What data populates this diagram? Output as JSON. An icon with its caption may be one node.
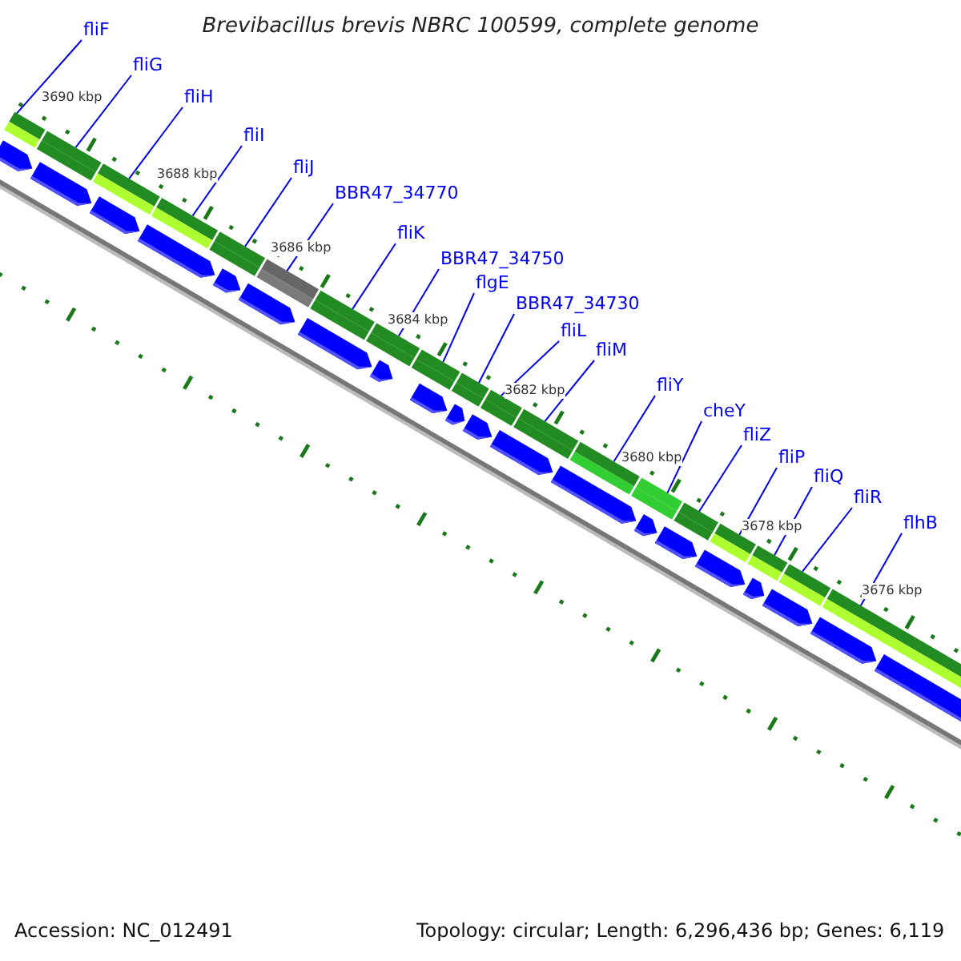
{
  "diagram": {
    "title": "Brevibacillus brevis NBRC 100599, complete genome",
    "nodes": [
      {
        "text": [
          "fliF"
        ]
      },
      {
        "text": [
          "fliG"
        ]
      },
      {
        "text": [
          "fliH"
        ]
      },
      {
        "text": [
          "fliI"
        ]
      },
      {
        "text": [
          "fliJ"
        ]
      },
      {
        "text": [
          "BBR47_34770"
        ]
      },
      {
        "text": [
          "fliK"
        ]
      },
      {
        "text": [
          "BBR47_34750"
        ]
      },
      {
        "text": [
          "flgE"
        ]
      },
      {
        "text": [
          "BBR47_34730"
        ]
      },
      {
        "text": [
          "fliL"
        ]
      },
      {
        "text": [
          "fliM"
        ]
      },
      {
        "text": [
          "fliY"
        ]
      },
      {
        "text": [
          "cheY"
        ]
      },
      {
        "text": [
          "fliZ"
        ]
      },
      {
        "text": [
          "fliP"
        ]
      },
      {
        "text": [
          "fliQ"
        ]
      },
      {
        "text": [
          "fliR"
        ]
      },
      {
        "text": [
          "flhB"
        ]
      },
      {
        "text": [],
        "shape": "bar"
      },
      {
        "text": [],
        "shape": "bar"
      },
      {
        "text": [],
        "shape": "bar"
      },
      {
        "text": [],
        "shape": "bar"
      },
      {
        "text": [],
        "shape": "bar"
      },
      {
        "text": [],
        "shape": "bar"
      },
      {
        "text": [],
        "shape": "bar"
      },
      {
        "text": [],
        "shape": "bar"
      },
      {
        "text": [],
        "shape": "bar"
      },
      {
        "text": [],
        "shape": "bar"
      },
      {
        "text": [],
        "shape": "bar"
      },
      {
        "text": [],
        "shape": "bar"
      },
      {
        "text": [],
        "shape": "bar"
      },
      {
        "text": [],
        "shape": "bar"
      },
      {
        "text": [],
        "shape": "bar"
      },
      {
        "text": [],
        "shape": "bar"
      },
      {
        "text": [],
        "shape": "bar"
      },
      {
        "text": [],
        "shape": "bar"
      },
      {
        "text": [],
        "shape": "bar"
      }
    ],
    "edges": [
      {
        "from": 0,
        "to": 19,
        "arrow": "none"
      },
      {
        "from": 1,
        "to": 20,
        "arrow": "none"
      },
      {
        "from": 2,
        "to": 21,
        "arrow": "none"
      },
      {
        "from": 3,
        "to": 22,
        "arrow": "none"
      },
      {
        "from": 4,
        "to": 23,
        "arrow": "none"
      },
      {
        "from": 5,
        "to": 24,
        "arrow": "none"
      },
      {
        "from": 6,
        "to": 25,
        "arrow": "none"
      },
      {
        "from": 7,
        "to": 26,
        "arrow": "none"
      },
      {
        "from": 8,
        "to": 27,
        "arrow": "none"
      },
      {
        "from": 9,
        "to": 28,
        "arrow": "none"
      },
      {
        "from": 10,
        "to": 29,
        "arrow": "none"
      },
      {
        "from": 11,
        "to": 30,
        "arrow": "none"
      },
      {
        "from": 12,
        "to": 31,
        "arrow": "none"
      },
      {
        "from": 13,
        "to": 32,
        "arrow": "none"
      },
      {
        "from": 14,
        "to": 33,
        "arrow": "none"
      },
      {
        "from": 15,
        "to": 34,
        "arrow": "none"
      },
      {
        "from": 16,
        "to": 35,
        "arrow": "none"
      },
      {
        "from": 17,
        "to": 36,
        "arrow": "none"
      },
      {
        "from": 18,
        "to": 37,
        "arrow": "none"
      }
    ],
    "labels": [
      "3690 kbp",
      "3688 kbp",
      "3686 kbp",
      "3684 kbp",
      "3682 kbp",
      "3680 kbp",
      "3678 kbp",
      "3676 kbp",
      "Accession: NC_012491",
      "Topology: circular; Length: 6,296,436 bp; Genes: 6,119"
    ]
  }
}
